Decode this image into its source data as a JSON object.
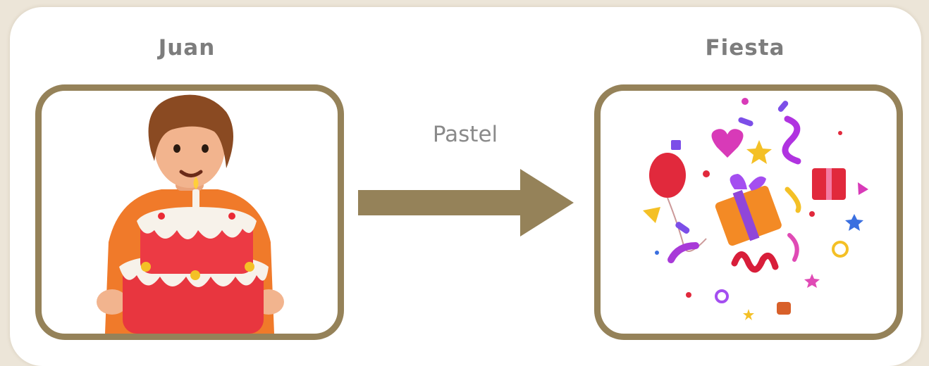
{
  "nodes": [
    {
      "id": "juan",
      "label": "Juan",
      "icon": "person-with-birthday-cake-icon"
    },
    {
      "id": "fiesta",
      "label": "Fiesta",
      "icon": "party-confetti-gift-icon"
    }
  ],
  "edges": [
    {
      "from": "juan",
      "to": "fiesta",
      "label": "Pastel"
    }
  ],
  "colors": {
    "frame": "#958259",
    "arrow": "#958259",
    "label_text": "#7d7d7d",
    "background": "#ece5d8"
  }
}
